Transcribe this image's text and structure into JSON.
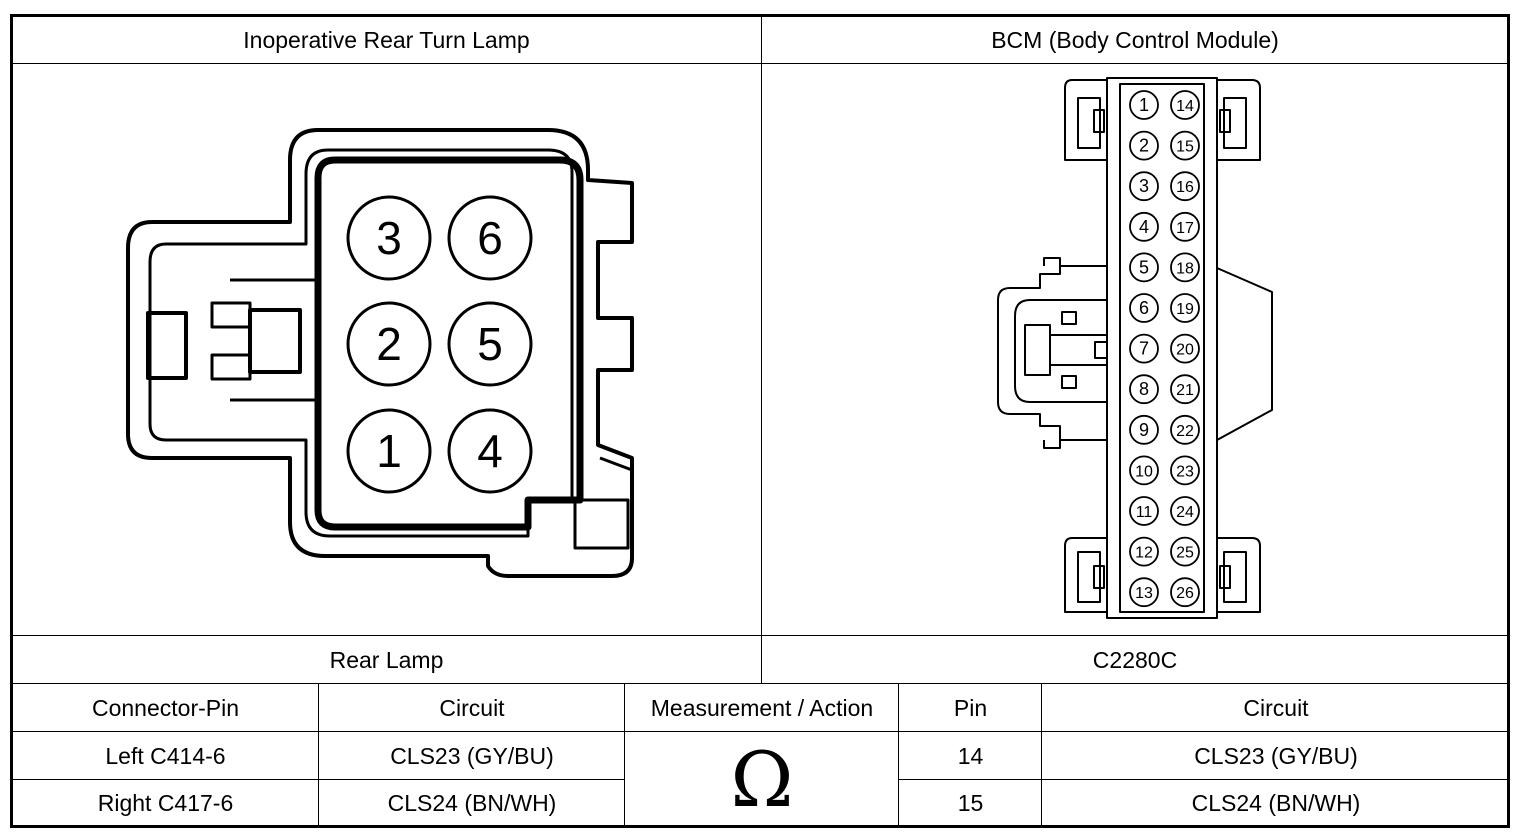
{
  "header": {
    "left_title": "Inoperative Rear Turn Lamp",
    "right_title": "BCM (Body Control Module)"
  },
  "connectors": {
    "left_label": "Rear Lamp",
    "right_label": "C2280C",
    "rear_lamp_pins": [
      "3",
      "6",
      "2",
      "5",
      "1",
      "4"
    ],
    "bcm_pins_left": [
      "1",
      "2",
      "3",
      "4",
      "5",
      "6",
      "7",
      "8",
      "9",
      "10",
      "11",
      "12",
      "13"
    ],
    "bcm_pins_right": [
      "14",
      "15",
      "16",
      "17",
      "18",
      "19",
      "20",
      "21",
      "22",
      "23",
      "24",
      "25",
      "26"
    ]
  },
  "table": {
    "headers": [
      "Connector-Pin",
      "Circuit",
      "Measurement / Action",
      "Pin",
      "Circuit"
    ],
    "rows": [
      [
        "Left C414-6",
        "CLS23 (GY/BU)",
        "14",
        "CLS23 (GY/BU)"
      ],
      [
        "Right C417-6",
        "CLS24 (BN/WH)",
        "15",
        "CLS24 (BN/WH)"
      ]
    ],
    "measurement_symbol": "Ω"
  }
}
